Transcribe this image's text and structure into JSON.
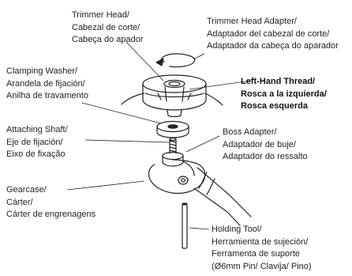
{
  "labels": {
    "trimmer_head": [
      "Trimmer Head/",
      "Cabezal de corte/",
      "Cabeça do apador"
    ],
    "trimmer_head_adapter": [
      "Trimmer Head Adapter/",
      "Adaptador del cabezal de corte/",
      "Adaptador da cabeça do aparador"
    ],
    "clamping_washer": [
      "Clamping Washer/",
      "Arandela de fijación/",
      "Anilha de travamento"
    ],
    "left_hand_thread": [
      "Left-Hand Thread/",
      "Rosca a la izquierda/",
      "Rosca esquerda"
    ],
    "attaching_shaft": [
      "Attaching Shaft/",
      "Eje de fijación/",
      "Eixo de fixação"
    ],
    "boss_adapter": [
      "Boss Adapter/",
      "Adaptador de buje/",
      "Adaptador do ressalto"
    ],
    "gearcase": [
      "Gearcase/",
      "Cárter/",
      "Cárter de engrenagens"
    ],
    "holding_tool": [
      "Holding Tool/",
      "Herramienta de sujeción/",
      "Ferramenta de suporte",
      "(Ø6mm Pin/ Clavija/ Pino)"
    ]
  }
}
